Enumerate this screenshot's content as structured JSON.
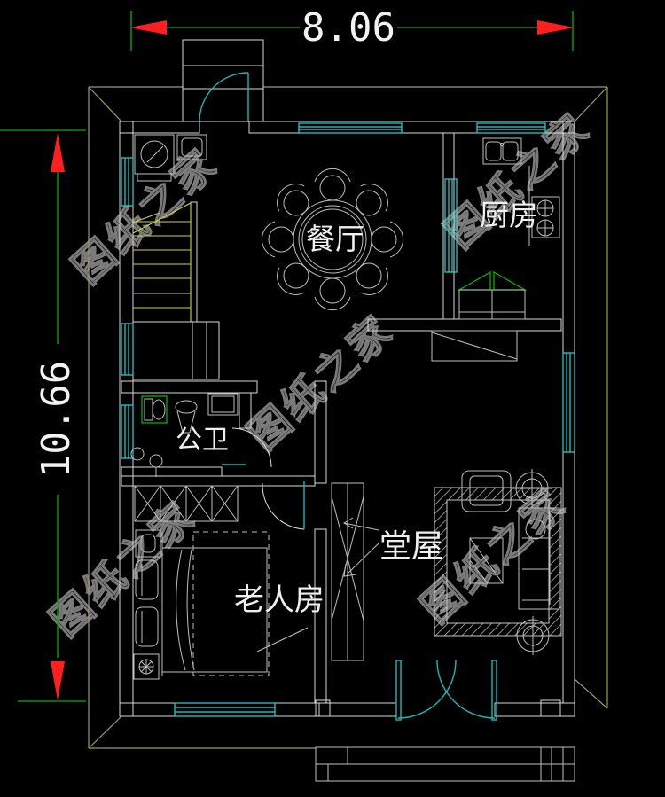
{
  "dimensions": {
    "width": "8.06",
    "height": "10.66"
  },
  "rooms": {
    "dining": {
      "label": "餐厅"
    },
    "kitchen": {
      "label": "厨房"
    },
    "bathroom": {
      "label": "公卫"
    },
    "hall": {
      "label": "堂屋"
    },
    "elder_bedroom": {
      "label": "老人房"
    }
  },
  "watermark": {
    "text": "图纸之家"
  },
  "colors": {
    "background": "#000000",
    "wall": "#d9d9d9",
    "eave_outline": "#9b9b5f",
    "window": "#2bd6d6",
    "door": "#19b8b8",
    "dimension_line": "#00b400",
    "dimension_arrow": "#ff1f1f",
    "stairs": "#cfcf4a",
    "fixture_green": "#00c000",
    "label_text": "#f0f0f0",
    "watermark": "#9a9a9a"
  }
}
